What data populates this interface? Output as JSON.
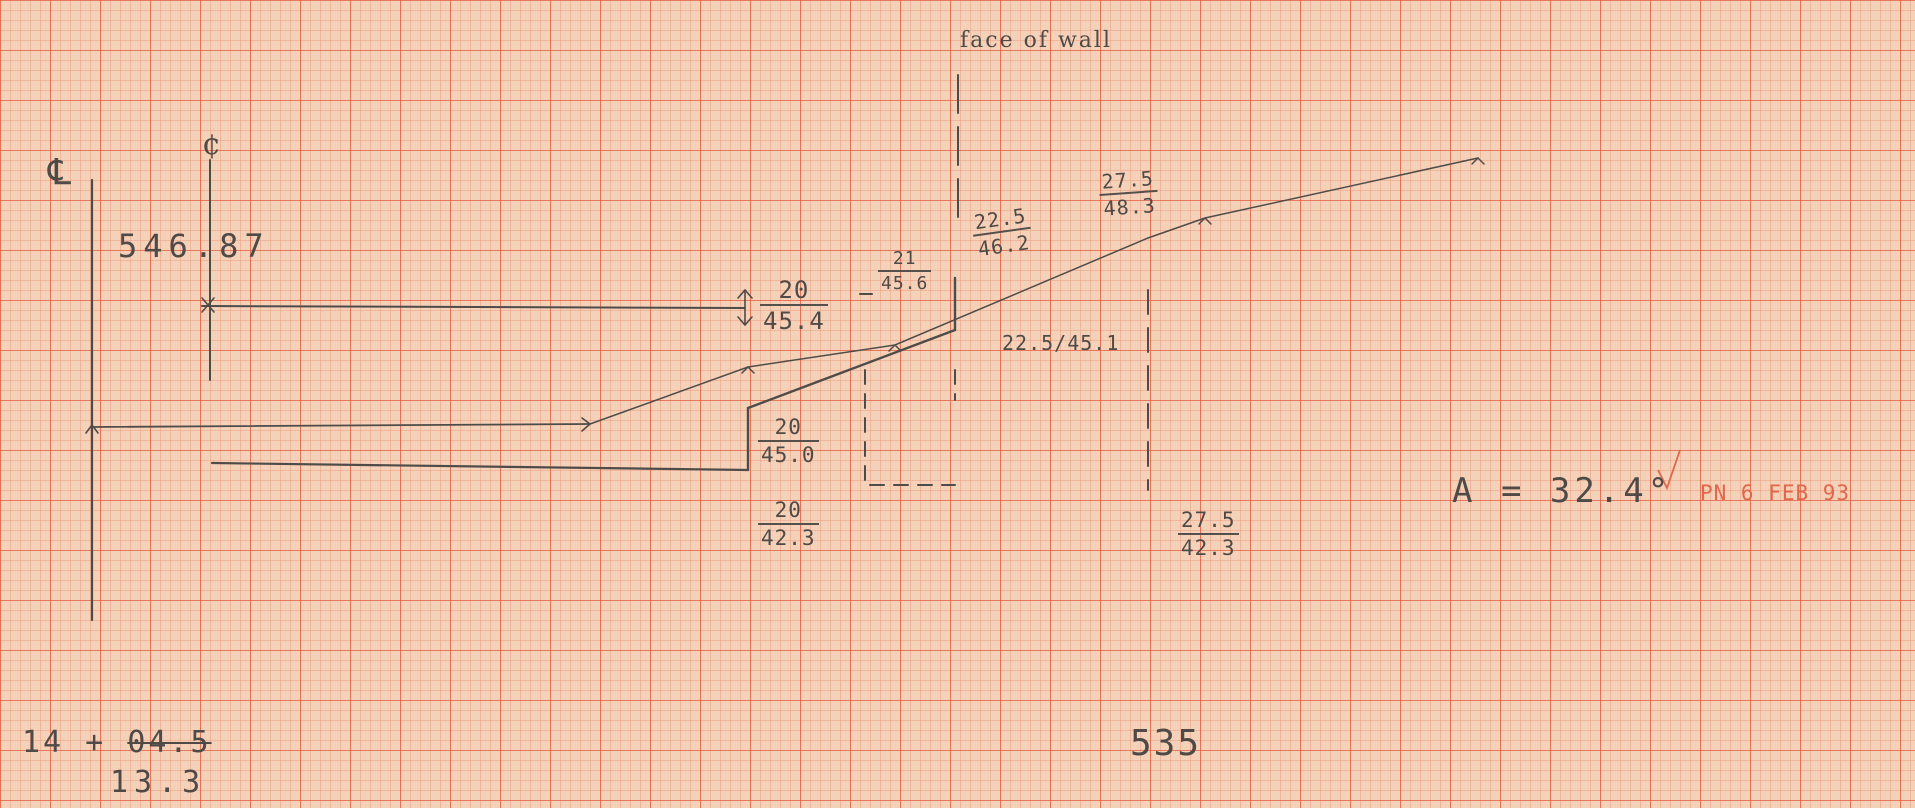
{
  "paper": {
    "background": "#f3d2b9",
    "grid_minor_color": "#ee9b7e",
    "grid_major_color": "#e2593c",
    "pencil_color": "#4f4b48",
    "note_color": "#e0674b"
  },
  "labels": {
    "face_of_wall": "face of wall",
    "pl_symbol": "℄",
    "cl_symbol": "¢",
    "elevation": "546.87",
    "f1_num": "20",
    "f1_den": "45.4",
    "f2_num": "21",
    "f2_den": "45.6",
    "f3_num": "22.5",
    "f3_den": "46.2",
    "f4_num": "27.5",
    "f4_den": "48.3",
    "mid_label": "22.5/45.1",
    "f5_num": "20",
    "f5_den": "45.0",
    "f6_num": "20",
    "f6_den": "42.3",
    "f7_num": "27.5",
    "f7_den": "42.3",
    "angle": "A = 32.4°",
    "angle_check": "✓",
    "note": "PN 6 FEB 93",
    "station_prefix": "14 +",
    "station_struck": "04.5",
    "station_sub": "13.3",
    "bottom_number": "535"
  }
}
